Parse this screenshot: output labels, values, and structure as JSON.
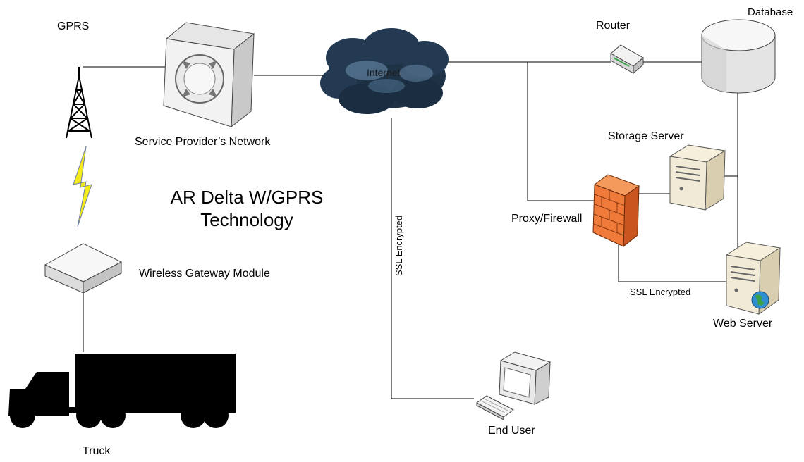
{
  "title": {
    "line1": "AR Delta W/GPRS",
    "line2": "Technology"
  },
  "labels": {
    "gprs": "GPRS",
    "service_provider": "Service Provider’s Network",
    "internet": "Internet",
    "router": "Router",
    "database": "Database",
    "storage_server": "Storage Server",
    "proxy_firewall": "Proxy/Firewall",
    "ssl_encrypted_vertical": "SSL Encrypted",
    "ssl_encrypted_horizontal": "SSL Encrypted",
    "web_server": "Web Server",
    "wireless_gateway": "Wireless Gateway Module",
    "truck": "Truck",
    "end_user": "End User"
  },
  "colors": {
    "line": "#000000",
    "cloud_dark": "#1f3347",
    "cloud_light": "#5f7f9c",
    "firewall": "#f07a3a",
    "firewall_dark": "#c9551f",
    "lightning": "#f5ea1a",
    "device_fill": "#efefef",
    "server_fill": "#f1ead6",
    "globe": "#2f8fd0"
  },
  "icons": [
    "tower-icon",
    "lightning-icon",
    "service-provider-icon",
    "cloud-icon",
    "router-icon",
    "database-icon",
    "server-icon",
    "firewall-icon",
    "web-server-icon",
    "globe-icon",
    "gateway-icon",
    "truck-icon",
    "computer-icon",
    "keyboard-icon"
  ]
}
